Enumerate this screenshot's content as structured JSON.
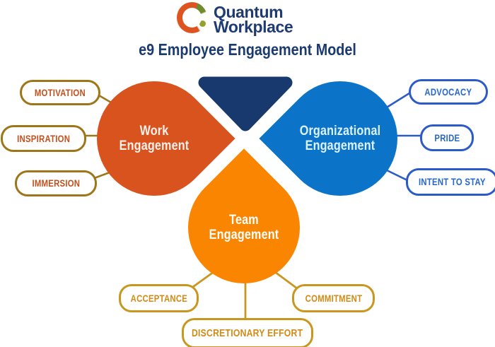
{
  "logo": {
    "brand_line1": "Quantum",
    "brand_line2": "Workplace"
  },
  "title": "e9 Employee Engagement Model",
  "petals": {
    "work": {
      "label": "Work\nEngagement"
    },
    "organizational": {
      "label": "Organizational\nEngagement"
    },
    "team": {
      "label": "Team\nEngagement"
    }
  },
  "drivers": {
    "work": [
      "MOTIVATION",
      "INSPIRATION",
      "IMMERSION"
    ],
    "organizational": [
      "ADVOCACY",
      "PRIDE",
      "INTENT TO STAY"
    ],
    "team": [
      "ACCEPTANCE",
      "COMMITMENT",
      "DISCRETIONARY EFFORT"
    ]
  },
  "colors": {
    "work_petal": "#d9531e",
    "organizational_petal": "#0b74c9",
    "team_petal": "#f98500",
    "navy_triangle": "#18396e",
    "title_navy": "#1b3a6e",
    "logo_navy": "#1e3b72",
    "logo_orange": "#de5420",
    "logo_green": "#6e8c2d",
    "work_driver_border": "#9e7519",
    "work_driver_text": "#c64f1b",
    "organizational_driver": "#2b5bc8",
    "team_driver_border": "#c9971f",
    "team_driver_text": "#d28a16"
  }
}
